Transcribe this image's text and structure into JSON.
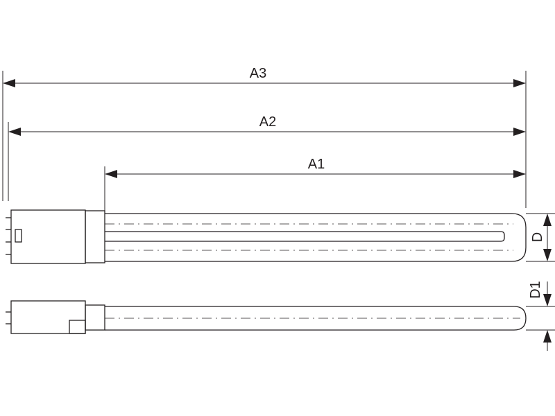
{
  "dimensions": {
    "a3": "A3",
    "a2": "A2",
    "a1": "A1",
    "d": "D",
    "d1": "D1"
  }
}
